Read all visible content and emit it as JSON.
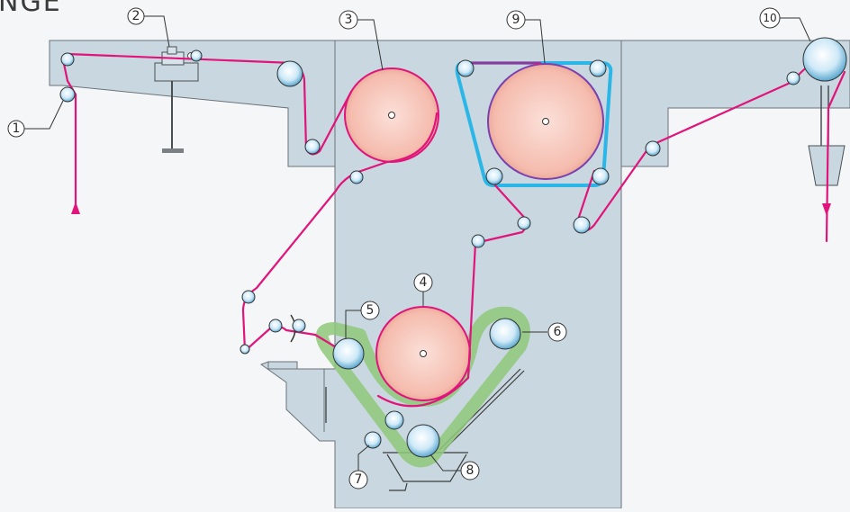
{
  "title_fragment": "NGE",
  "callouts": {
    "c1": "1",
    "c2": "2",
    "c3": "3",
    "c4": "4",
    "c5": "5",
    "c6": "6",
    "c7": "7",
    "c8": "8",
    "c9": "9",
    "c10": "10"
  },
  "colors": {
    "frame": "#c9d8e0",
    "frame_stroke": "#6b7378",
    "web": "#e0147a",
    "felt_blue": "#2ab6e6",
    "felt_green": "#8fc87a",
    "drum_fill": "#f6bfb3",
    "roller_fill": "#cfe9f7"
  }
}
